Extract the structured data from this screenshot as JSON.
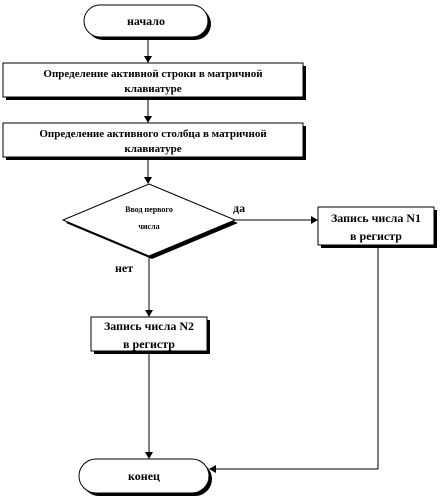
{
  "nodes": {
    "start": {
      "label": "начало"
    },
    "find_row": {
      "line1": "Определение активной строки в матричной",
      "line2": "клавиатуре"
    },
    "find_column": {
      "line1": "Определение активного столбца в матричной",
      "line2": "клавиатуре"
    },
    "decision": {
      "line1": "Ввод первого",
      "line2": "числа"
    },
    "store_n1": {
      "line1": "Запись числа N1",
      "line2": "в регистр"
    },
    "store_n2": {
      "line1": "Запись числа N2",
      "line2": "в регистр"
    },
    "end": {
      "label": "конец"
    }
  },
  "edges": {
    "yes_label": "да",
    "no_label": "нет"
  }
}
